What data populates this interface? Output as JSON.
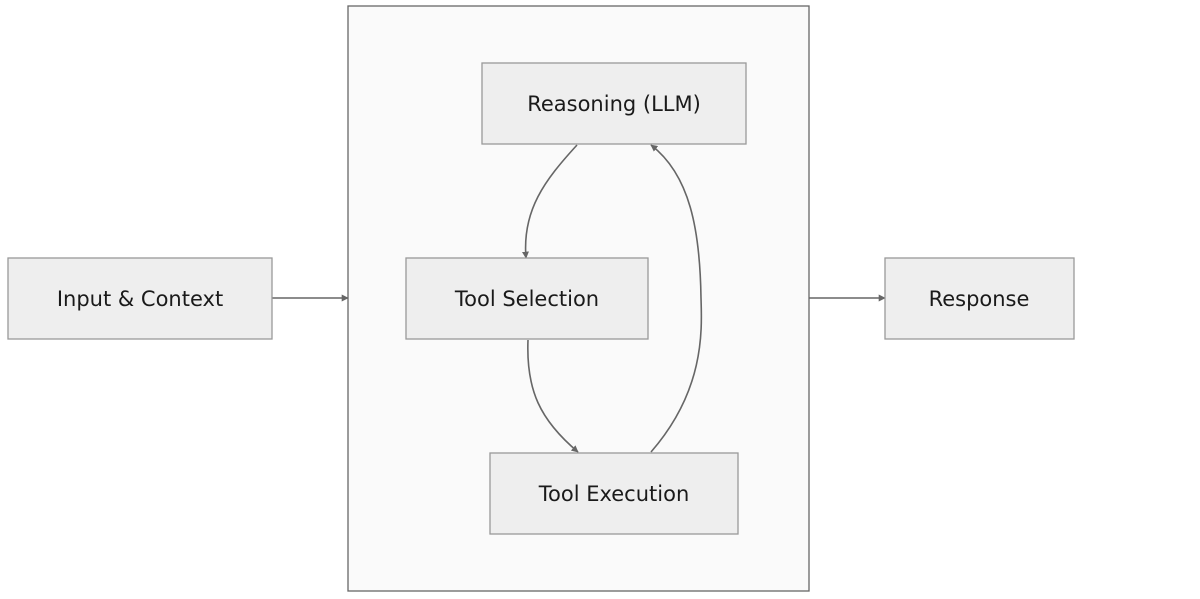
{
  "diagram": {
    "nodes": {
      "input": {
        "label": "Input & Context"
      },
      "reasoning": {
        "label": "Reasoning (LLM)"
      },
      "tool_selection": {
        "label": "Tool Selection"
      },
      "tool_execution": {
        "label": "Tool Execution"
      },
      "response": {
        "label": "Response"
      }
    },
    "edges": [
      {
        "from": "Input & Context",
        "to": "agent loop"
      },
      {
        "from": "Reasoning (LLM)",
        "to": "Tool Selection"
      },
      {
        "from": "Tool Selection",
        "to": "Tool Execution"
      },
      {
        "from": "Tool Execution",
        "to": "Reasoning (LLM)"
      },
      {
        "from": "agent loop",
        "to": "Response"
      }
    ],
    "colors": {
      "node_fill": "#eeeeee",
      "node_stroke": "#999999",
      "cluster_fill": "#fafafa",
      "cluster_stroke": "#666666",
      "edge": "#666666",
      "text": "#1a1a1a"
    }
  }
}
